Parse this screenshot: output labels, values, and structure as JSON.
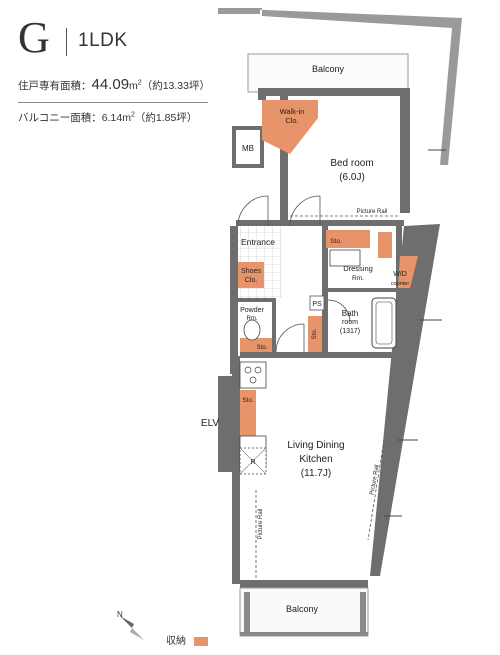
{
  "header": {
    "type_letter": "G",
    "layout": "1LDK",
    "exclusive_area_label": "住戸専有面積：",
    "exclusive_area_value": "44.09",
    "exclusive_area_unit": "m",
    "exclusive_area_tsubo": "（約13.33坪）",
    "balcony_area_label": "バルコニー面積：",
    "balcony_area_value": "6.14",
    "balcony_area_unit": "m",
    "balcony_area_tsubo": "（約1.85坪）",
    "superscript": "2"
  },
  "rooms": {
    "balcony_top": "Balcony",
    "walkin_line1": "Walk-in",
    "walkin_line2": "Clo.",
    "mb": "MB",
    "bedroom": "Bed room",
    "bedroom_size": "(6.0J)",
    "picture_rail_bed": "Picture Rail",
    "entrance": "Entrance",
    "shoes_line1": "Shoes",
    "shoes_line2": "Clo.",
    "sto_upper": "Sto.",
    "dressing_line1": "Dressing",
    "dressing_line2": "Rm.",
    "wd_line1": "W/D",
    "wd_line2": "counter",
    "ps": "PS",
    "powder_line1": "Powder",
    "powder_line2": "Rm.",
    "bath_line1": "Bath",
    "bath_line2": "room",
    "bath_line3": "(1317)",
    "sto_bath": "Sto.",
    "sto_powder": "Sto.",
    "sto_kitchen": "Sto.",
    "refrigerator": "R",
    "elv": "ELV",
    "ldk_line1": "Living Dining",
    "ldk_line2": "Kitchen",
    "ldk_size": "(11.7J)",
    "picture_rail_left": "Picture Rail",
    "picture_rail_right": "Picture Rail",
    "balcony_bottom": "Balcony"
  },
  "legend": {
    "label": "収納",
    "north_letter": "N"
  },
  "colors": {
    "storage": "#e8946a",
    "wall": "#6e6e6e",
    "balcony_wall": "#8a8a8a"
  }
}
